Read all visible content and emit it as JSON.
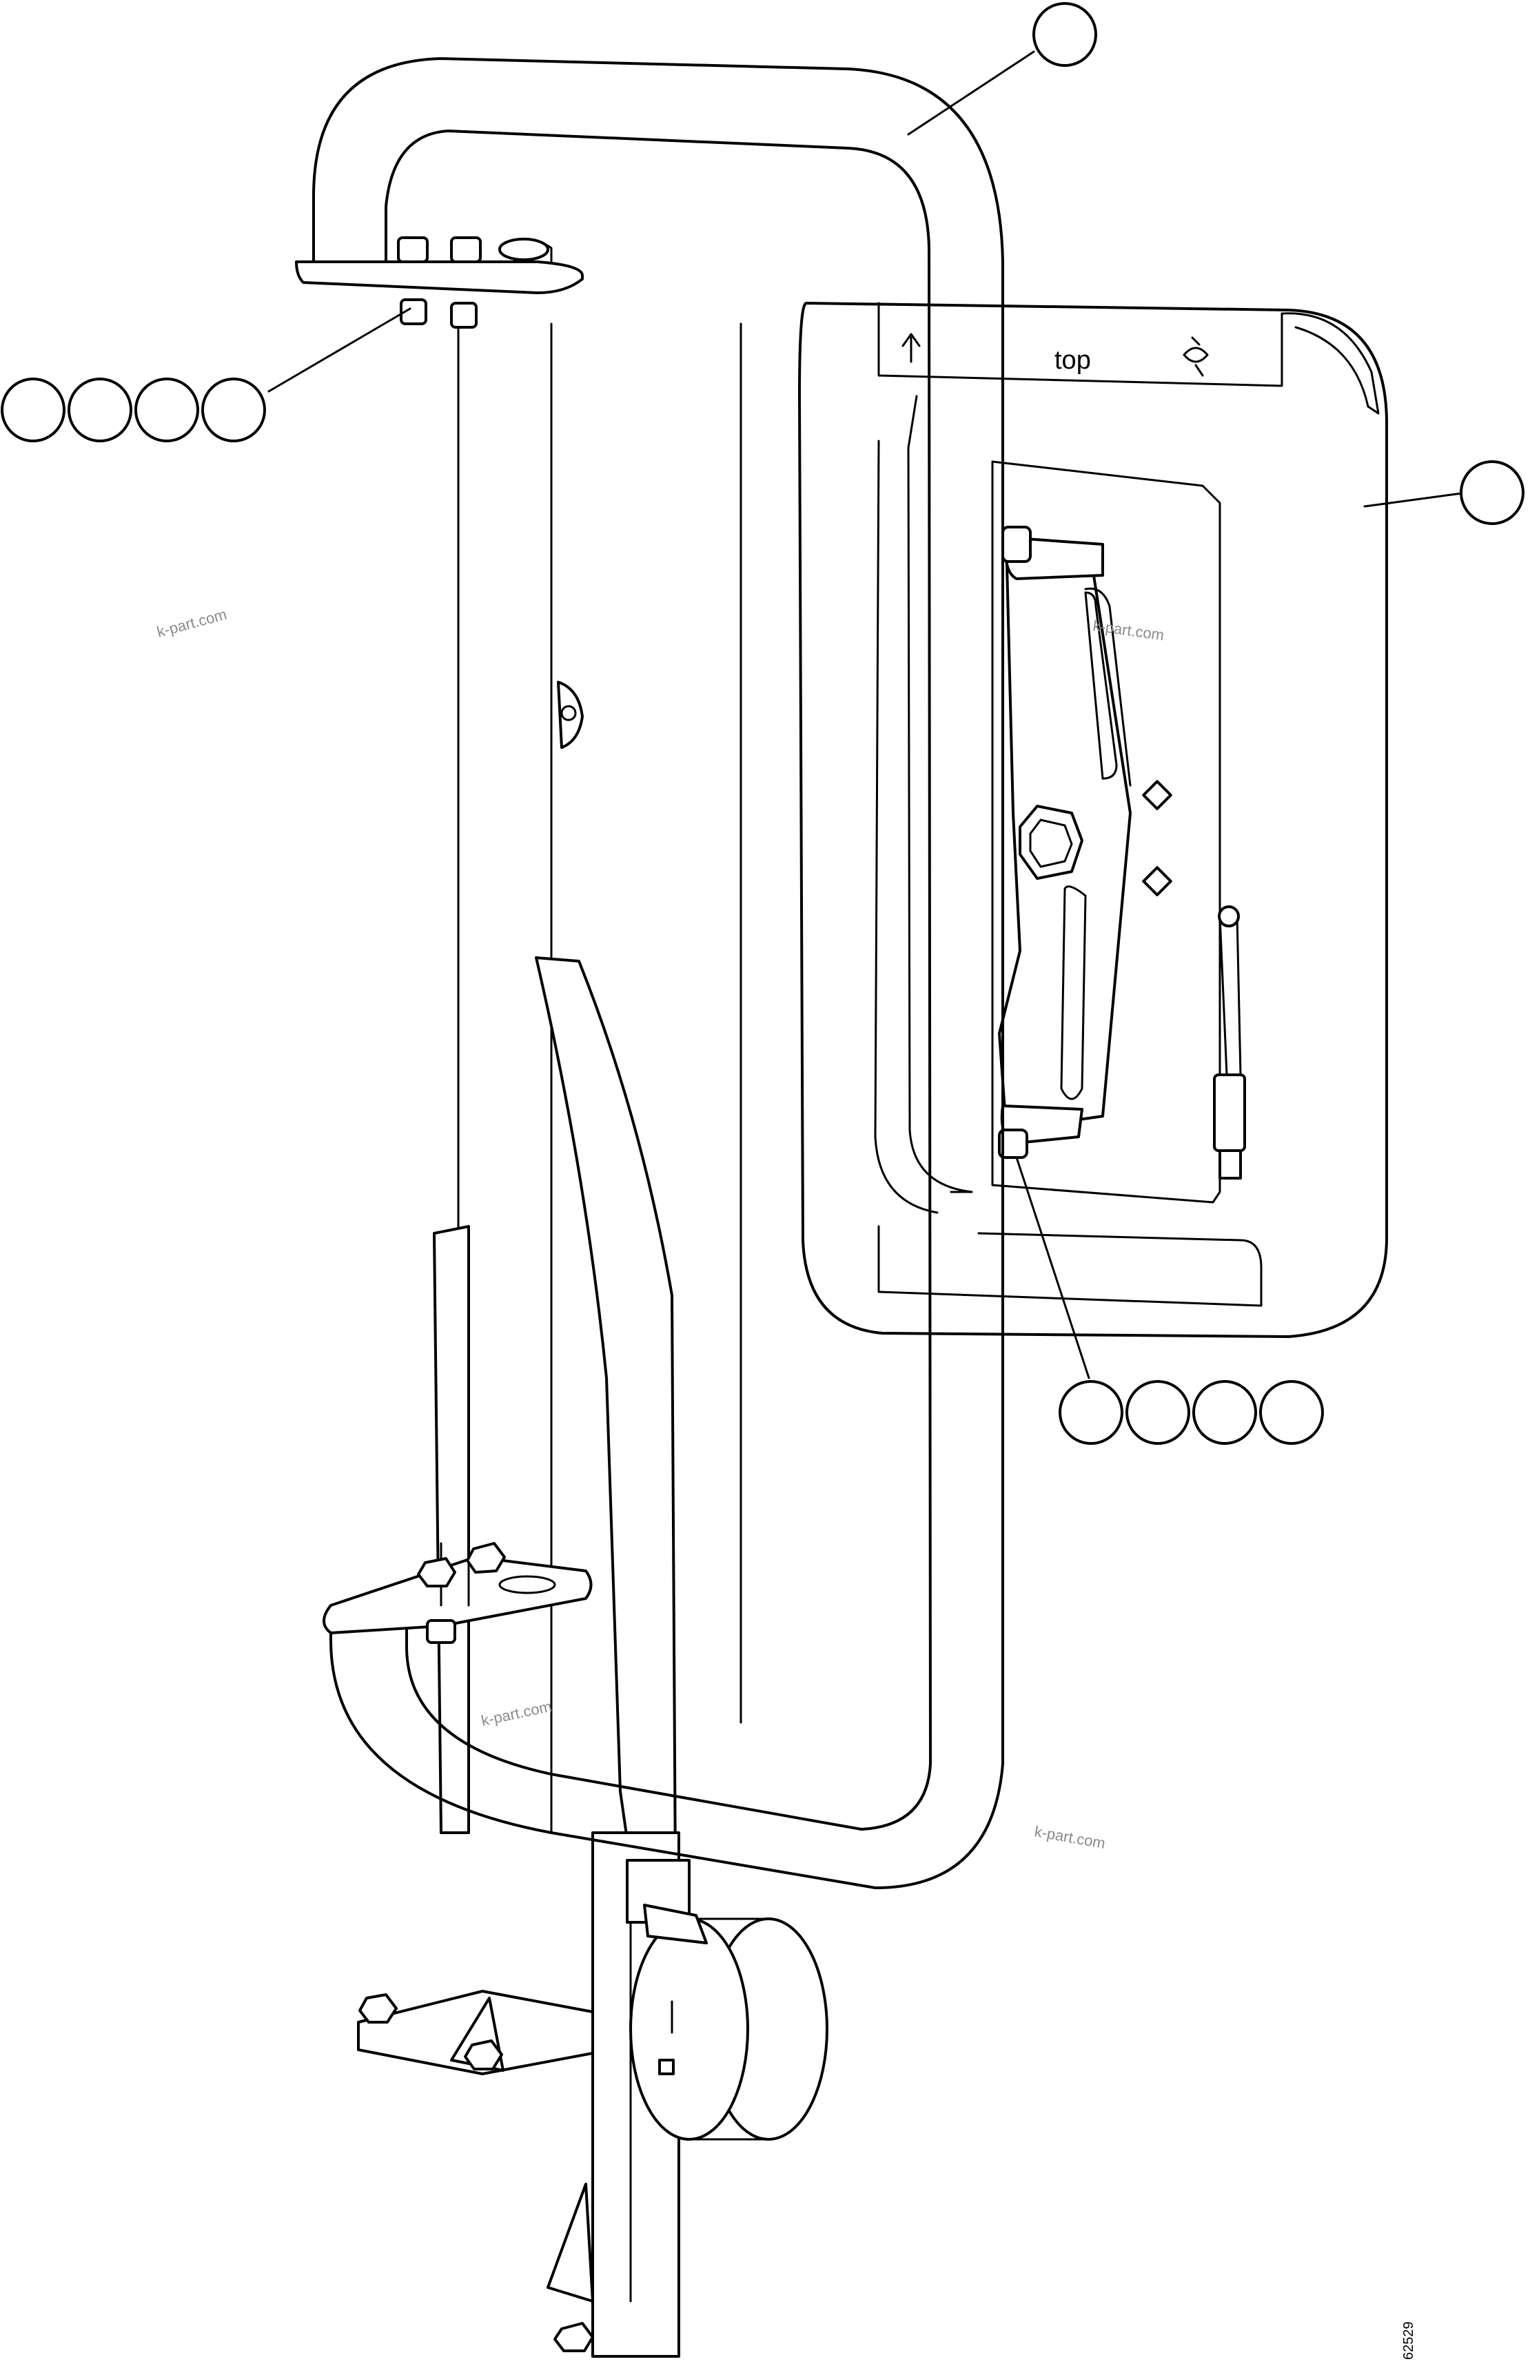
{
  "diagram": {
    "panel_label": "top",
    "panel_arrow_icon": "up-arrow-icon",
    "drawing_code": "62529",
    "watermark_text": "k-part.com",
    "callouts": {
      "tube": 1,
      "panel": 1,
      "upper_hardware": 4,
      "lower_hardware": 4
    }
  }
}
